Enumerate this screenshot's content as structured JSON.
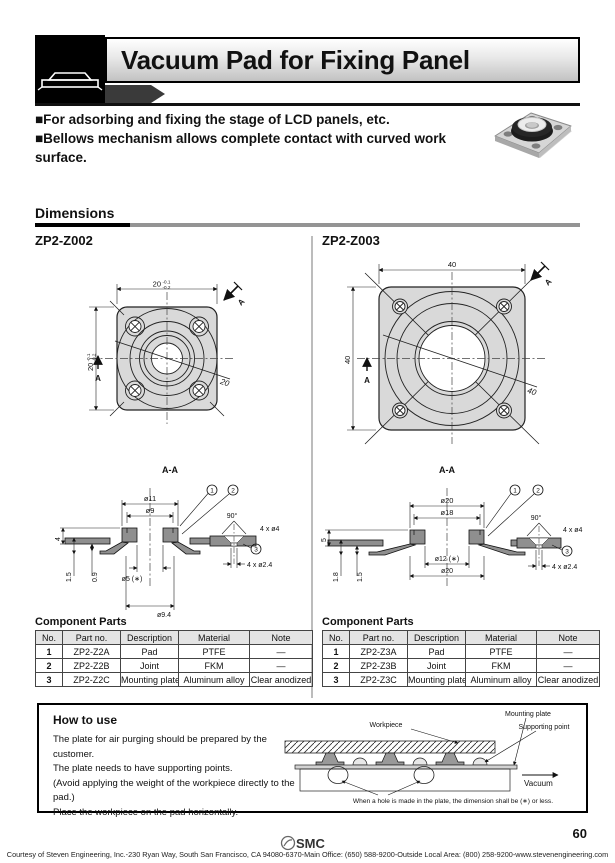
{
  "header": {
    "title": "Vacuum Pad for Fixing Panel",
    "bullets": [
      "■For adsorbing and fixing the stage of LCD panels, etc.",
      "■Bellows mechanism allows complete contact with curved work surface."
    ]
  },
  "dimensions_heading": "Dimensions",
  "left": {
    "model": "ZP2-Z002",
    "top_view": {
      "width_nominal": "20",
      "tol_upper": "-0.1",
      "tol_lower": "-0.2",
      "height_nominal": "20",
      "diagonal": "20",
      "section_arrow": "A"
    },
    "section_title": "A-A",
    "section": {
      "dia_outer": "ø11",
      "dia_inner": "ø9",
      "angle": "90°",
      "cs_holes": "4 x ø4",
      "through_holes": "4 x ø2.4",
      "height_total": "4",
      "h_plate": "1.5",
      "h_step": "0.9",
      "bore": "ø5 (∗)",
      "dia_bottom": "ø9.4",
      "balloon_1": "1",
      "balloon_2": "2",
      "balloon_3": "3"
    },
    "component_parts": {
      "title": "Component Parts",
      "headers": [
        "No.",
        "Part no.",
        "Description",
        "Material",
        "Note"
      ],
      "rows": [
        [
          "1",
          "ZP2-Z2A",
          "Pad",
          "PTFE",
          "—"
        ],
        [
          "2",
          "ZP2-Z2B",
          "Joint",
          "FKM",
          "—"
        ],
        [
          "3",
          "ZP2-Z2C",
          "Mounting plate",
          "Aluminum alloy",
          "Clear anodized"
        ]
      ]
    }
  },
  "right": {
    "model": "ZP2-Z003",
    "top_view": {
      "width_nominal": "40",
      "height_nominal": "40",
      "diagonal": "40",
      "section_arrow": "A"
    },
    "section_title": "A-A",
    "section": {
      "dia_outer": "ø20",
      "dia_inner": "ø18",
      "angle": "90°",
      "cs_holes": "4 x ø4",
      "through_holes": "4 x ø2.4",
      "height_total": "5",
      "h_plate": "1.8",
      "h_step": "1.5",
      "bore": "ø12 (∗)",
      "dia_bottom": "ø20",
      "balloon_1": "1",
      "balloon_2": "2",
      "balloon_3": "3"
    },
    "component_parts": {
      "title": "Component Parts",
      "headers": [
        "No.",
        "Part no.",
        "Description",
        "Material",
        "Note"
      ],
      "rows": [
        [
          "1",
          "ZP2-Z3A",
          "Pad",
          "PTFE",
          "—"
        ],
        [
          "2",
          "ZP2-Z3B",
          "Joint",
          "FKM",
          "—"
        ],
        [
          "3",
          "ZP2-Z3C",
          "Mounting plate",
          "Aluminum alloy",
          "Clear anodized"
        ]
      ]
    }
  },
  "how_to_use": {
    "title": "How to use",
    "lines": [
      "The plate for air purging should be prepared by the customer.",
      "The plate needs to have supporting points.",
      "(Avoid applying the weight of the workpiece directly to the pad.)",
      "Place the workpiece on the pad horizontally."
    ],
    "labels": {
      "workpiece": "Workpiece",
      "mounting_plate": "Mounting plate",
      "supporting_point": "Supporting point",
      "vacuum": "Vacuum"
    },
    "note": "When a hole is made in the plate, the dimension shall be (∗) or less."
  },
  "footer": {
    "page_number": "60",
    "logo": "SMC",
    "courtesy": "Courtesy of Steven Engineering, Inc.-230 Ryan Way, South San Francisco, CA 94080-6370-Main Office: (650) 588-9200-Outside Local Area: (800) 258-9200-www.stevenengineering.com"
  },
  "colors": {
    "drawing_fill": "#d9d9d9",
    "banner_dark": "#3a3a3a",
    "rule_gray": "#949494"
  }
}
